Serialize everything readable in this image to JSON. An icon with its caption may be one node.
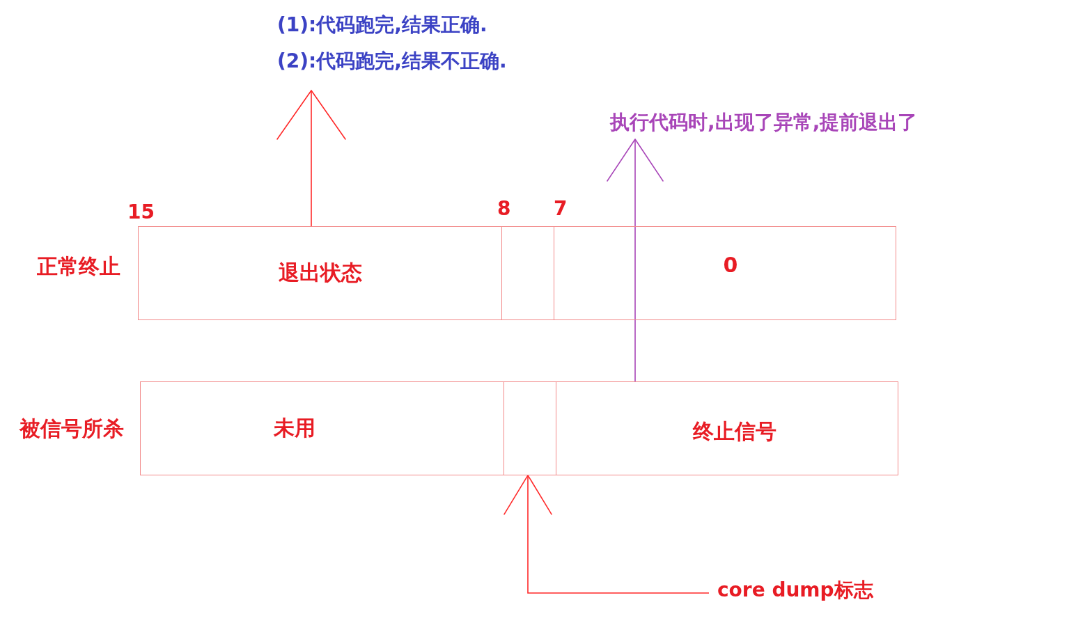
{
  "diagram": {
    "nodes": [
      {
        "text": [
          "(1):代码跑完,结果正确.",
          "(2):代码跑完,结果不正确."
        ]
      },
      {
        "text": [
          "执行代码时,出现了异常,提前退出了"
        ]
      },
      {
        "text": [],
        "shape": "box",
        "beside": [
          "正常终止"
        ]
      },
      {
        "text": [
          "退出状态"
        ],
        "in": 2
      },
      {
        "text": [],
        "shape": "box",
        "in": 2
      },
      {
        "text": [
          "0"
        ],
        "in": 2
      },
      {
        "text": [],
        "shape": "box",
        "beside": [
          "被信号所杀"
        ]
      },
      {
        "text": [
          "未用"
        ],
        "in": 6
      },
      {
        "text": [],
        "shape": "box",
        "in": 6
      },
      {
        "text": [
          "终止信号"
        ],
        "in": 6
      },
      {
        "text": [
          "core dump标志"
        ]
      }
    ],
    "edges": [
      {
        "from": 3,
        "to": 0,
        "arrow": "to"
      },
      {
        "from": 9,
        "to": 1,
        "arrow": "to",
        "color": "#a845b8"
      },
      {
        "from": 10,
        "to": 8,
        "arrow": "to"
      }
    ],
    "labels": [
      "15",
      "8",
      "7"
    ]
  }
}
